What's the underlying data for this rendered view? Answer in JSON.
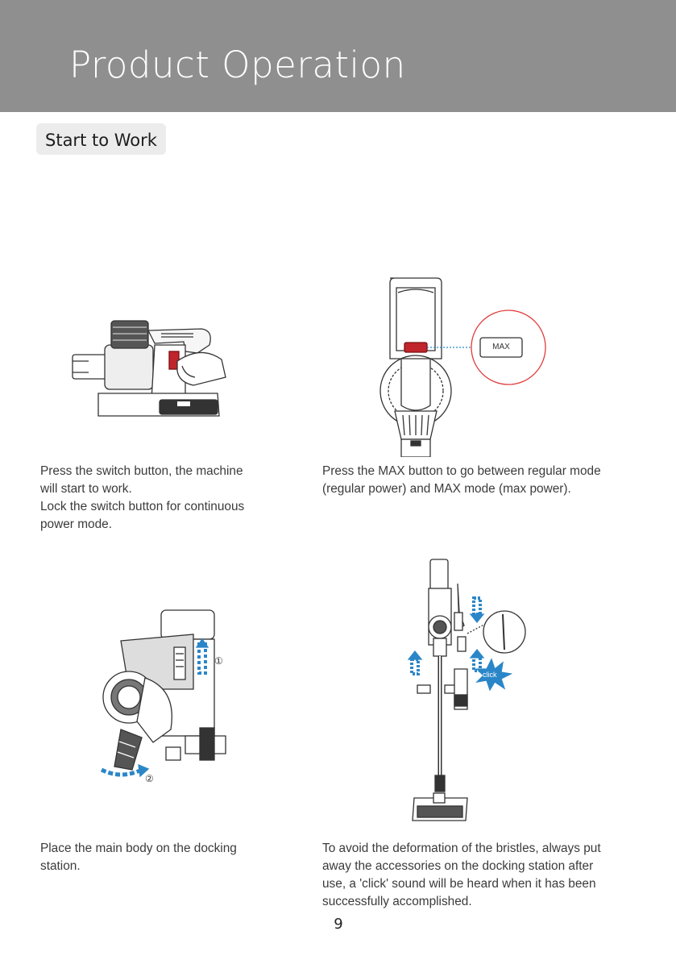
{
  "header": {
    "title": "Product Operation"
  },
  "section": {
    "label": "Start to Work"
  },
  "steps": [
    {
      "figure": "vacuum-switch-press-illustration",
      "lines": [
        "Press the switch button, the machine",
        "will start to work.",
        "Lock the switch button for continuous",
        "power mode."
      ]
    },
    {
      "figure": "max-button-illustration",
      "button_label": "MAX",
      "lines": [
        "Press the MAX button to go between regular mode",
        "(regular power) and MAX mode (max power)."
      ]
    },
    {
      "figure": "docking-station-illustration",
      "markers": [
        "①",
        "②"
      ],
      "lines": [
        "Place the main body on the docking",
        "station."
      ]
    },
    {
      "figure": "accessory-storage-illustration",
      "click_label": "click",
      "lines": [
        "To avoid the deformation of the bristles, always put",
        "away the accessories on the docking station after",
        "use, a 'click' sound will be heard when it has been",
        "successfully accomplished."
      ]
    }
  ],
  "page": {
    "number": "9"
  },
  "colors": {
    "header_bg": "#8f8f8f",
    "accent_blue": "#2b86c8",
    "highlight_red": "#c0252b"
  }
}
